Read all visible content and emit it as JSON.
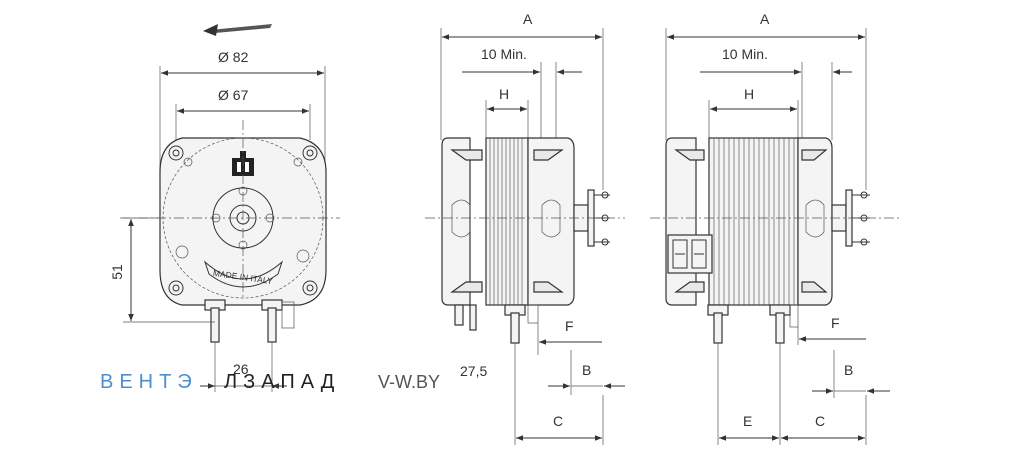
{
  "front_view": {
    "dia_outer": "Ø 82",
    "dia_inner": "Ø 67",
    "height": "51",
    "terminal_spacing": "26",
    "label": "MADE IN ITALY"
  },
  "side_view_1": {
    "dim_a": "A",
    "dim_min": "10  Min.",
    "dim_h": "H",
    "dim_f": "F",
    "dim_b": "B",
    "dim_c": "C",
    "dim_275": "27,5"
  },
  "side_view_2": {
    "dim_a": "A",
    "dim_min": "10  Min.",
    "dim_h": "H",
    "dim_f": "F",
    "dim_b": "B",
    "dim_e": "E",
    "dim_c": "C"
  },
  "watermark": {
    "brand_part1": "ВЕНТЭ",
    "brand_part2": "ЛЗАПАД",
    "site": "V-W.BY"
  }
}
